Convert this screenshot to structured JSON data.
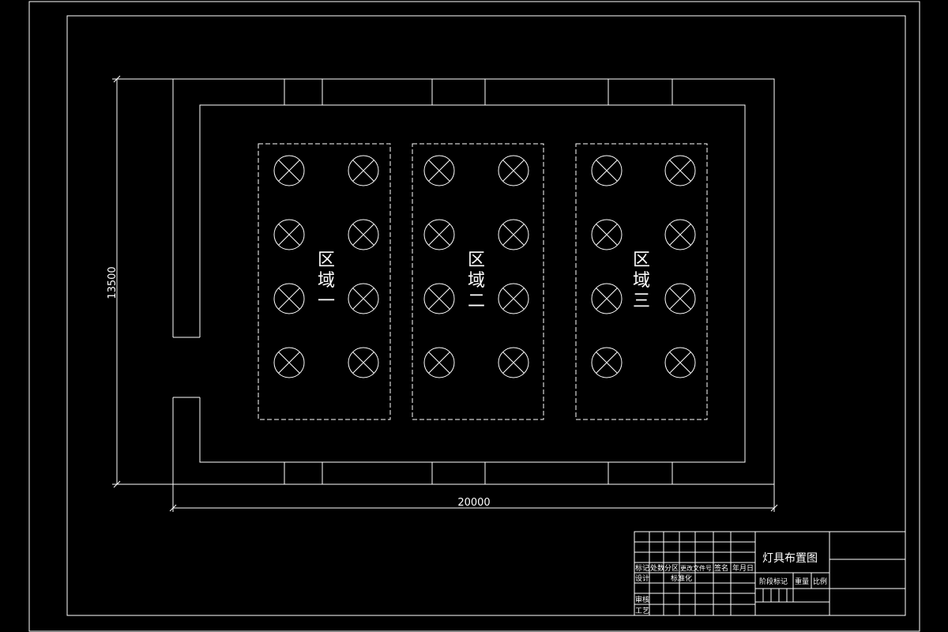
{
  "dimensions": {
    "height_label": "13500",
    "width_label": "20000"
  },
  "zones": [
    {
      "label": [
        "区",
        "域",
        "一"
      ],
      "fixture_count": 8
    },
    {
      "label": [
        "区",
        "域",
        "二"
      ],
      "fixture_count": 8
    },
    {
      "label": [
        "区",
        "域",
        "三"
      ],
      "fixture_count": 8
    }
  ],
  "title_block": {
    "drawing_title": "灯具布置图",
    "header_row": [
      "标记",
      "处数",
      "分区",
      "更改文件号",
      "签名",
      "年月日"
    ],
    "design": "设计",
    "standardization": "标准化",
    "review": "审核",
    "process": "工艺",
    "stage_mark": "阶段标记",
    "weight": "重量",
    "scale": "比例"
  }
}
